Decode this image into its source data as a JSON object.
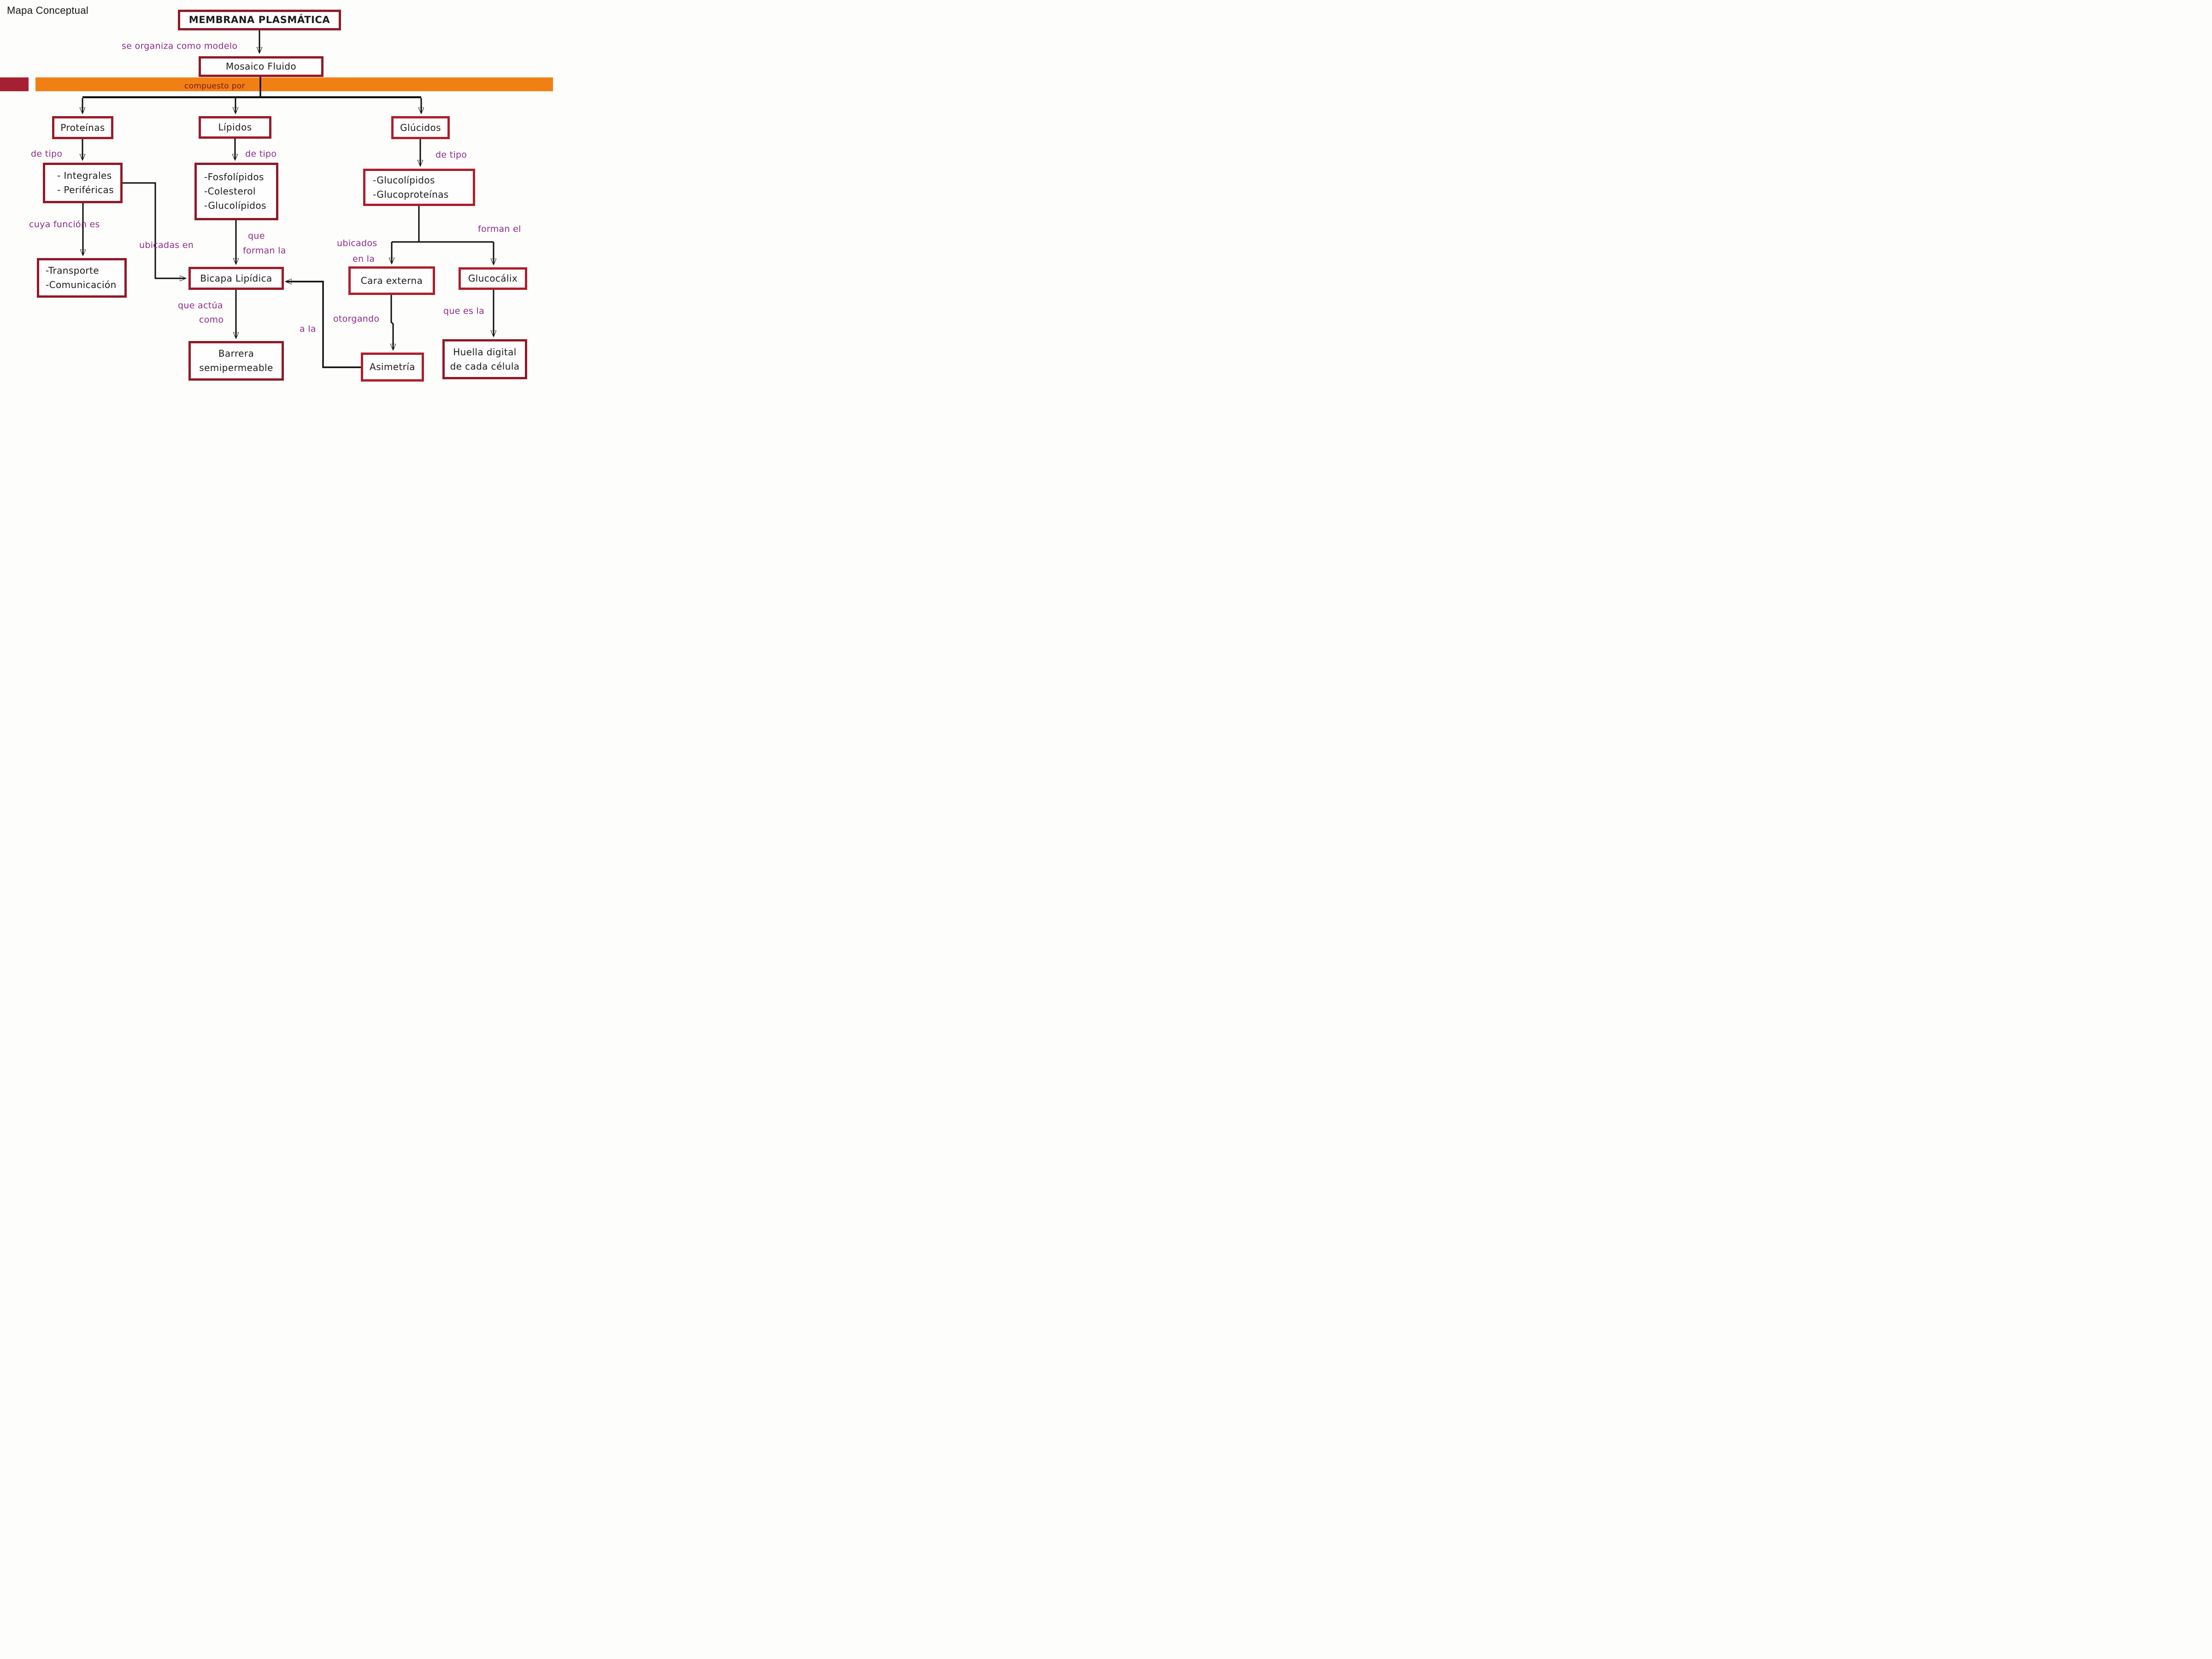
{
  "page": {
    "title": "Mapa Conceptual"
  },
  "colors": {
    "box_border_dark": "#8f1a28",
    "box_border": "#9a1b2a",
    "box_border_bright": "#ad1f2c",
    "node_text": "#1c1c1c",
    "label_purple": "#8e2b8c",
    "bar_orange": "#f18014",
    "bar_red": "#a62034",
    "compuesto_text": "#7a181d",
    "line_black": "#0d0d0d",
    "background": "#fdfdfb"
  },
  "nodes": {
    "membrana": {
      "label": "MEMBRANA PLASMÁTICA"
    },
    "mosaico": {
      "label": "Mosaico Fluido"
    },
    "proteinas": {
      "label": "Proteínas"
    },
    "lipidos": {
      "label": "Lípidos"
    },
    "glucidos": {
      "label": "Glúcidos"
    },
    "tipos_proteinas": {
      "lines": [
        "- Integrales",
        "- Periféricas"
      ]
    },
    "tipos_lipidos": {
      "lines": [
        "-Fosfolípidos",
        "-Colesterol",
        "-Glucolípidos"
      ]
    },
    "tipos_glucidos": {
      "lines": [
        "-Glucolípidos",
        "-Glucoproteínas"
      ]
    },
    "funciones": {
      "lines": [
        "-Transporte",
        "-Comunicación"
      ]
    },
    "bicapa": {
      "label": "Bicapa Lipídica"
    },
    "cara_externa": {
      "label": "Cara externa"
    },
    "glucocalix": {
      "label": "Glucocálix"
    },
    "barrera": {
      "lines": [
        "Barrera",
        "semipermeable"
      ]
    },
    "asimetria": {
      "label": "Asimetría"
    },
    "huella": {
      "lines": [
        "Huella digital",
        "de cada célula"
      ]
    }
  },
  "labels": {
    "se_organiza": "se organiza como modelo",
    "compuesto_por": "compuesto por",
    "de_tipo": "de tipo",
    "cuya_funcion": "cuya función es",
    "ubicadas_en": "ubicadas en",
    "que": "que",
    "forman_la": "forman la",
    "ubicados": "ubicados",
    "en_la": "en la",
    "forman_el": "forman el",
    "que_actua": "que actúa",
    "como": "como",
    "a_la": "a la",
    "otorgando": "otorgando",
    "que_es_la": "que es la"
  }
}
